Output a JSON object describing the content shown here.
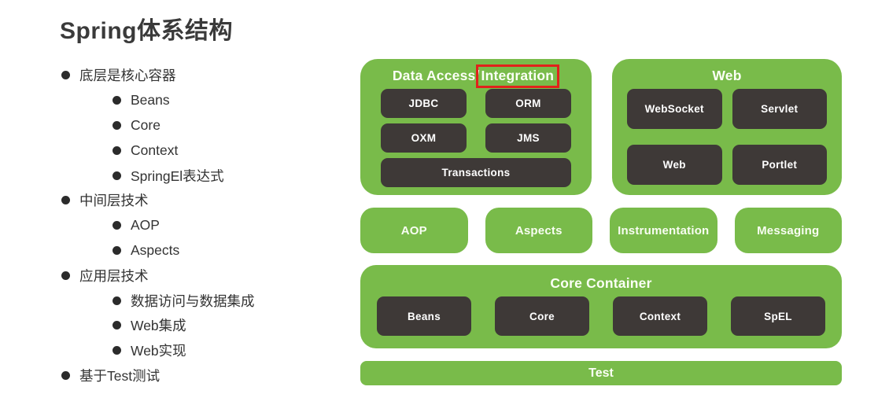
{
  "page": {
    "title": "Spring体系结构"
  },
  "colors": {
    "green": "#79bb4a",
    "dark": "#3e3937",
    "red": "#e1221b",
    "text": "#3a3a3a"
  },
  "outline": {
    "items": [
      {
        "level": 1,
        "text": "底层是核心容器"
      },
      {
        "level": 2,
        "text": "Beans"
      },
      {
        "level": 2,
        "text": "Core"
      },
      {
        "level": 2,
        "text": "Context"
      },
      {
        "level": 2,
        "text": "SpringEl表达式"
      },
      {
        "level": 1,
        "text": "中间层技术"
      },
      {
        "level": 2,
        "text": "AOP"
      },
      {
        "level": 2,
        "text": "Aspects"
      },
      {
        "level": 1,
        "text": "应用层技术"
      },
      {
        "level": 2,
        "text": "数据访问与数据集成"
      },
      {
        "level": 2,
        "text": "Web集成"
      },
      {
        "level": 2,
        "text": "Web实现"
      },
      {
        "level": 1,
        "text": "基于Test测试"
      }
    ]
  },
  "diagram": {
    "data_access": {
      "title_prefix": "Data Access/",
      "title_highlight": "Integration",
      "boxes": [
        "JDBC",
        "ORM",
        "OXM",
        "JMS",
        "Transactions"
      ]
    },
    "web": {
      "title": "Web",
      "boxes": [
        "WebSocket",
        "Servlet",
        "Web",
        "Portlet"
      ]
    },
    "middle_row": [
      "AOP",
      "Aspects",
      "Instrumentation",
      "Messaging"
    ],
    "core_container": {
      "title": "Core Container",
      "boxes": [
        "Beans",
        "Core",
        "Context",
        "SpEL"
      ]
    },
    "test": {
      "title": "Test"
    }
  }
}
